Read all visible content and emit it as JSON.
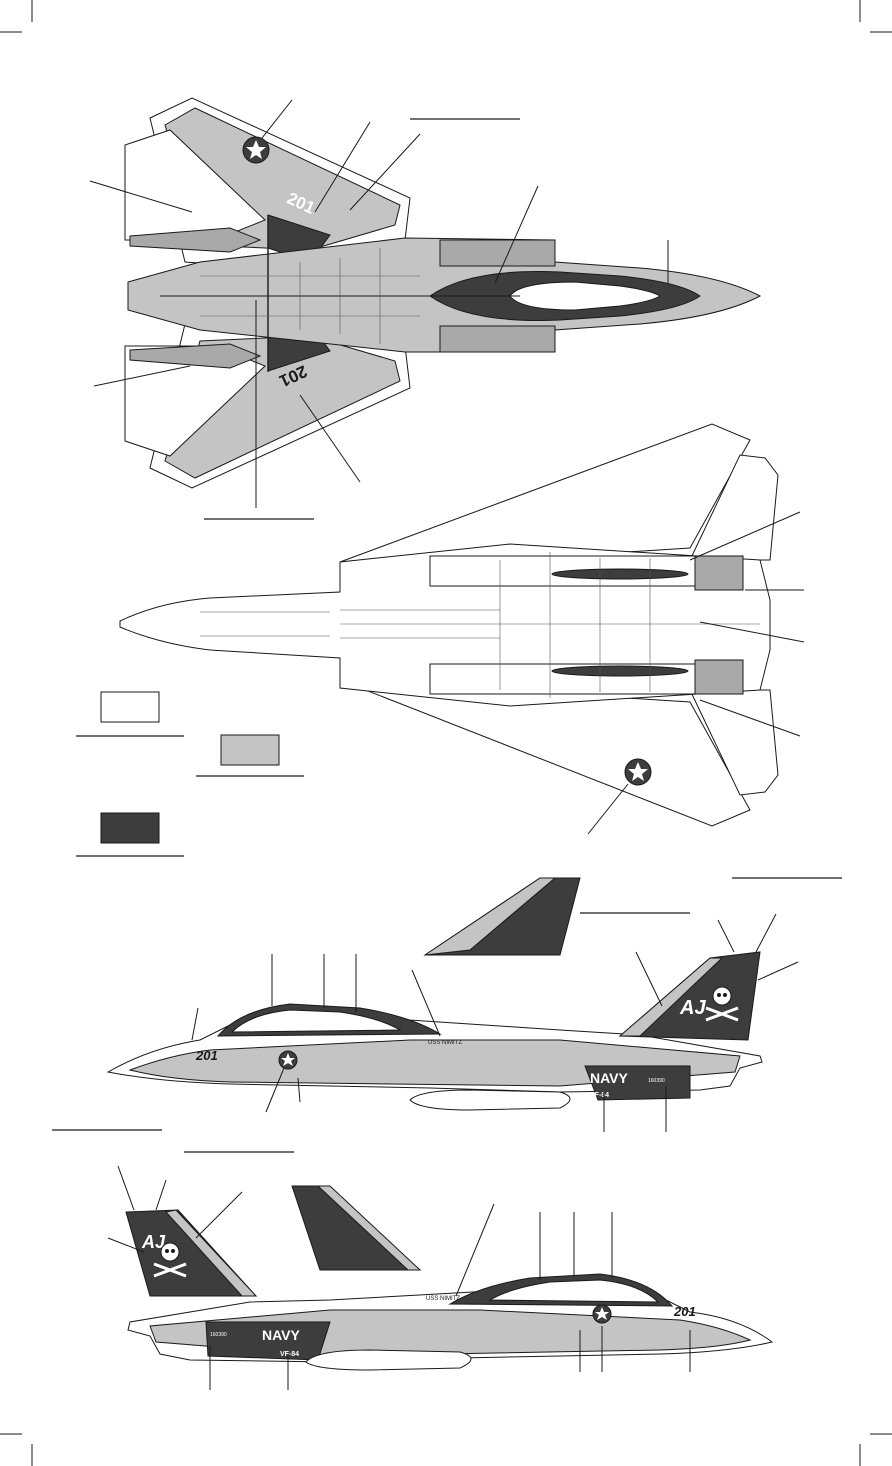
{
  "decals": {
    "modex_top_left": "201",
    "modex_top_right": "201",
    "modex_nose": "201",
    "tail_code": "AJ",
    "ship_name": "USS NIMITZ",
    "service": "NAVY",
    "squadron": "VF-84",
    "bureau_number": "160390"
  },
  "colors": {
    "white": "#ffffff",
    "light_gray": "#c4c4c4",
    "dark_gray": "#3d3d3d"
  },
  "swatches": [
    {
      "id": "white",
      "color": "#ffffff"
    },
    {
      "id": "light-gray",
      "color": "#c4c4c4"
    },
    {
      "id": "dark-gray",
      "color": "#3d3d3d"
    }
  ]
}
